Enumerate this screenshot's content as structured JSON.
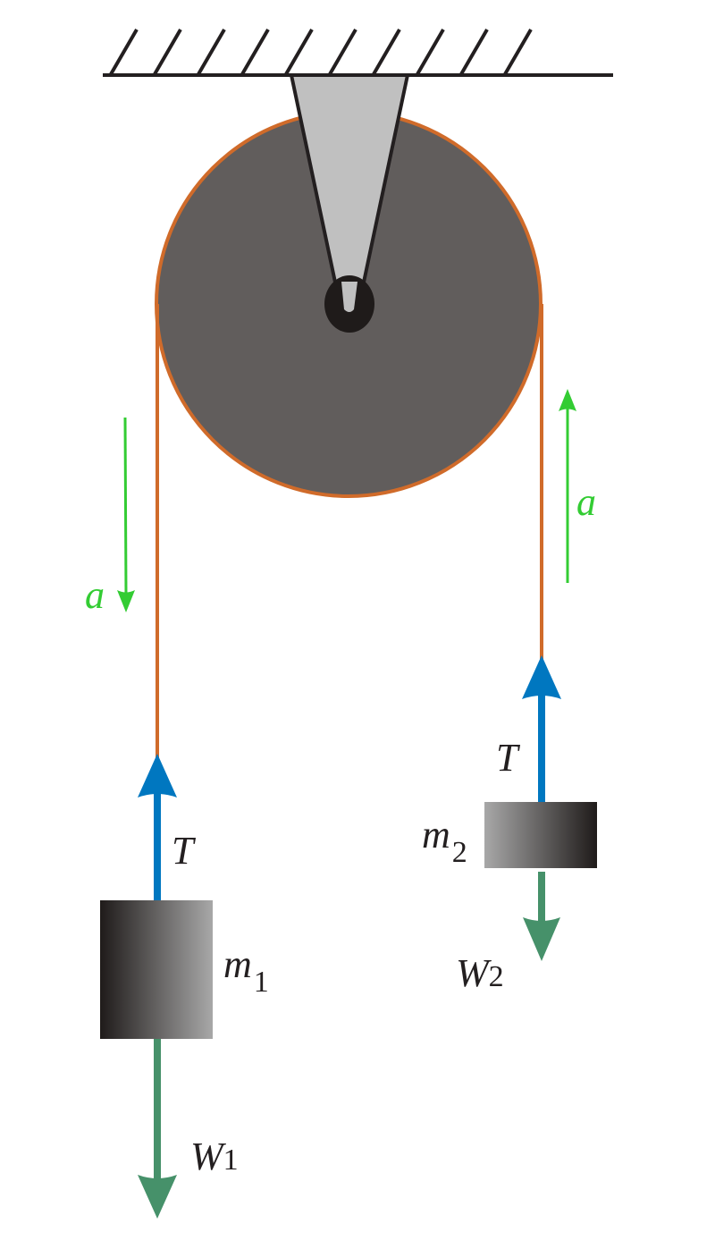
{
  "labels": {
    "tension_left": "T",
    "tension_right": "T",
    "mass1": "m",
    "mass1_sub": "1",
    "mass2": "m",
    "mass2_sub": "2",
    "weight1": "W",
    "weight1_sub": "1",
    "weight2": "W",
    "weight2_sub": "2",
    "accel_left": "a",
    "accel_right": "a"
  },
  "colors": {
    "rope": "#d06b2a",
    "pulley": "#615d5c",
    "bracket": "#c0c0c0",
    "tension": "#0077c0",
    "weight": "#46916a",
    "acceleration": "#33cc33"
  }
}
